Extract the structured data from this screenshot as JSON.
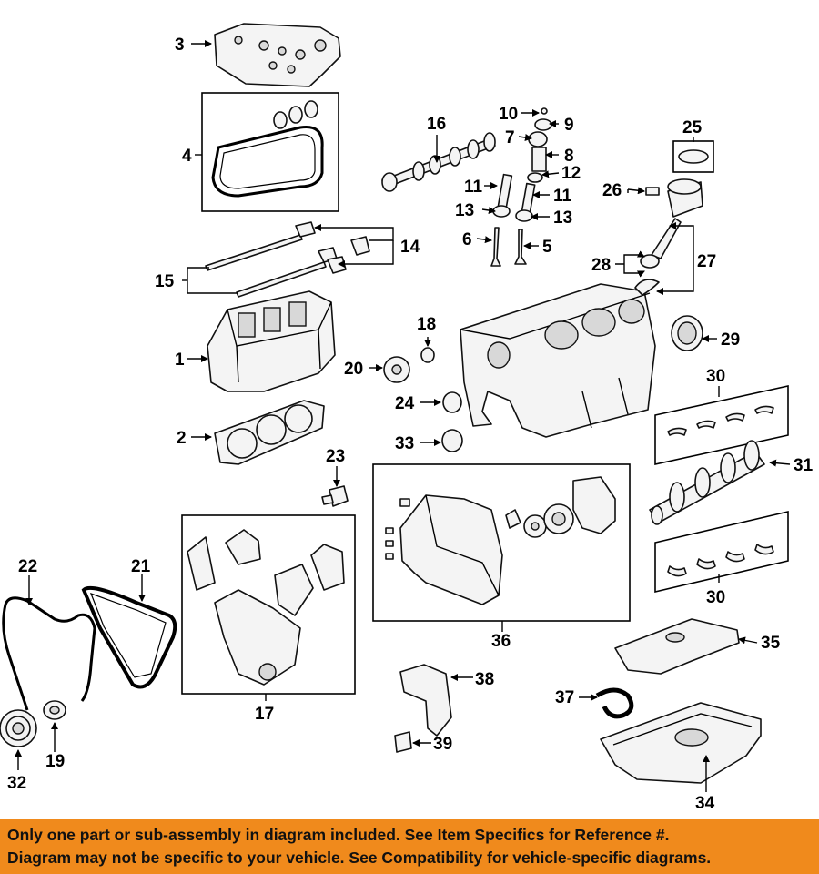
{
  "diagram": {
    "callouts": {
      "c1": "1",
      "c2": "2",
      "c3": "3",
      "c4": "4",
      "c5": "5",
      "c6": "6",
      "c7": "7",
      "c8": "8",
      "c9": "9",
      "c10": "10",
      "c11a": "11",
      "c11b": "11",
      "c12": "12",
      "c13a": "13",
      "c13b": "13",
      "c14": "14",
      "c15": "15",
      "c16": "16",
      "c17": "17",
      "c18": "18",
      "c19": "19",
      "c20": "20",
      "c21": "21",
      "c22": "22",
      "c23": "23",
      "c24": "24",
      "c25": "25",
      "c26": "26",
      "c27": "27",
      "c28": "28",
      "c29": "29",
      "c30a": "30",
      "c30b": "30",
      "c31": "31",
      "c32": "32",
      "c33": "33",
      "c34": "34",
      "c35": "35",
      "c36": "36",
      "c37": "37",
      "c38": "38",
      "c39": "39"
    }
  },
  "banner": {
    "line1": "Only one part or sub-assembly in diagram included. See Item Specifics for Reference #.",
    "line2": "Diagram may not be specific to your vehicle. See Compatibility for vehicle-specific diagrams.",
    "background": "#f08a1c"
  }
}
